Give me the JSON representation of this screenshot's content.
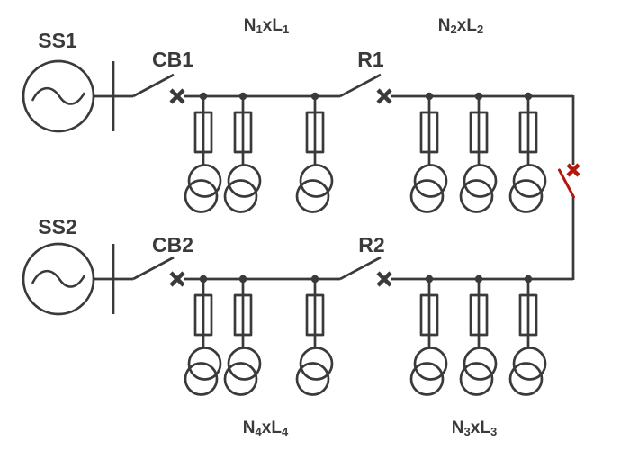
{
  "diagram": {
    "colors": {
      "line": "#3a3a3c",
      "text": "#3a3a3c",
      "open_marker": "#b2190e",
      "background": "#ffffff"
    },
    "substations": [
      {
        "label": "SS1"
      },
      {
        "label": "SS2"
      }
    ],
    "circuit_breakers": [
      {
        "label": "CB1"
      },
      {
        "label": "CB2"
      }
    ],
    "reclosers": [
      {
        "label": "R1"
      },
      {
        "label": "R2"
      }
    ],
    "feeder_sections": [
      {
        "label": "N1xL1",
        "parts": [
          "N",
          "1",
          "xL",
          "1"
        ],
        "transformer_taps": 3
      },
      {
        "label": "N2xL2",
        "parts": [
          "N",
          "2",
          "xL",
          "2"
        ],
        "transformer_taps": 3
      },
      {
        "label": "N3xL3",
        "parts": [
          "N",
          "3",
          "xL",
          "3"
        ],
        "transformer_taps": 3
      },
      {
        "label": "N4xL4",
        "parts": [
          "N",
          "4",
          "xL",
          "4"
        ],
        "transformer_taps": 3
      }
    ],
    "tie_switch": {
      "state": "open"
    }
  }
}
